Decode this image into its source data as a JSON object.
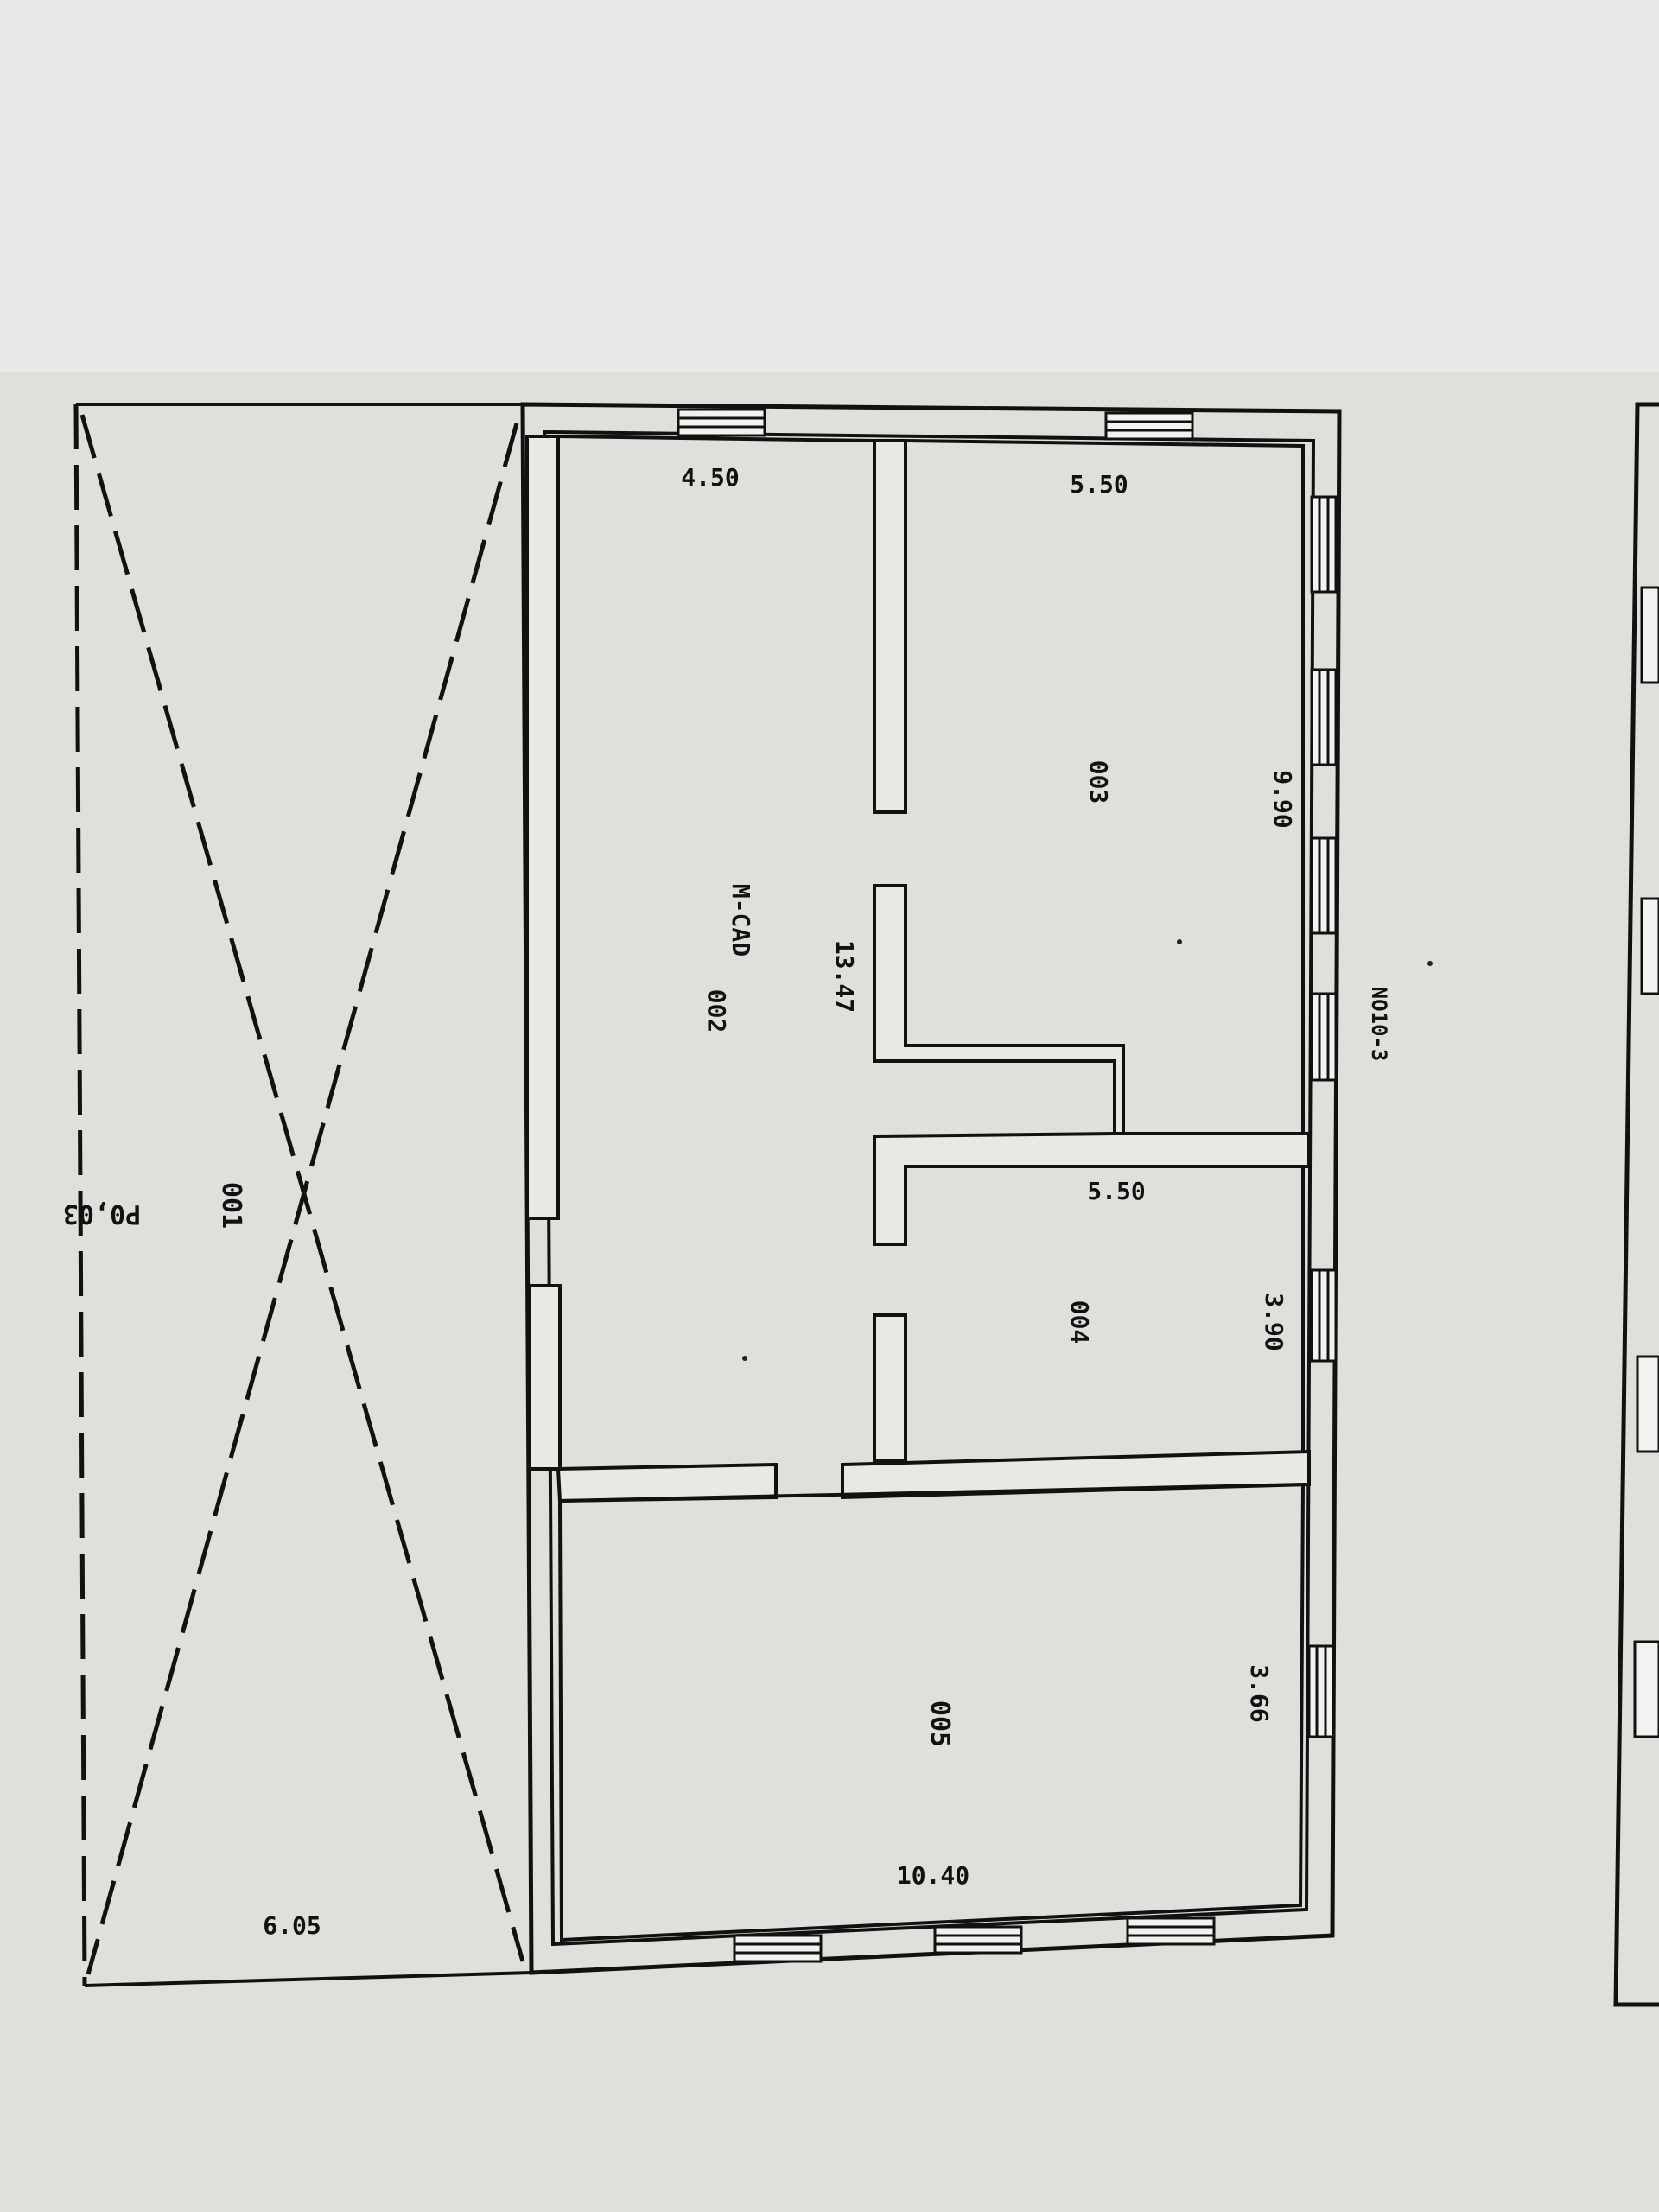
{
  "plan": {
    "exterior": {
      "label": "P0,03",
      "room": "001",
      "width": "6.05"
    },
    "rooms": [
      {
        "id": "002",
        "name": "M-CAD",
        "length": "4.50",
        "corridor": "13.47"
      },
      {
        "id": "003",
        "width": "5.50",
        "depth": "9.90"
      },
      {
        "id": "004",
        "width": "5.50",
        "depth": "3.90"
      },
      {
        "id": "005",
        "width": "10.40",
        "depth": "3.66"
      }
    ],
    "sheet_ref": "NO10-3"
  },
  "colors": {
    "paper": "#e4e4e1",
    "ink": "#111111",
    "window_fill": "#f2f2f0"
  }
}
